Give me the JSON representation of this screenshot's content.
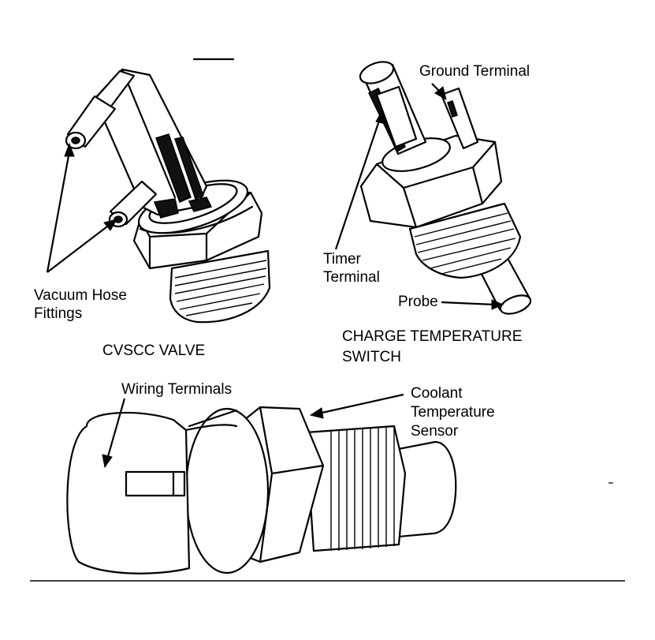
{
  "labels": {
    "ground_terminal": "Ground Terminal",
    "timer_terminal_line1": "Timer",
    "timer_terminal_line2": "Terminal",
    "probe": "Probe",
    "charge_temp_line1": "CHARGE TEMPERATURE",
    "charge_temp_line2": "SWITCH",
    "vacuum_line1": "Vacuum Hose",
    "vacuum_line2": "Fittings",
    "cvscc_valve": "CVSCC VALVE",
    "wiring_terminals": "Wiring Terminals",
    "coolant_line1": "Coolant",
    "coolant_line2": "Temperature",
    "coolant_line3": "Sensor"
  }
}
